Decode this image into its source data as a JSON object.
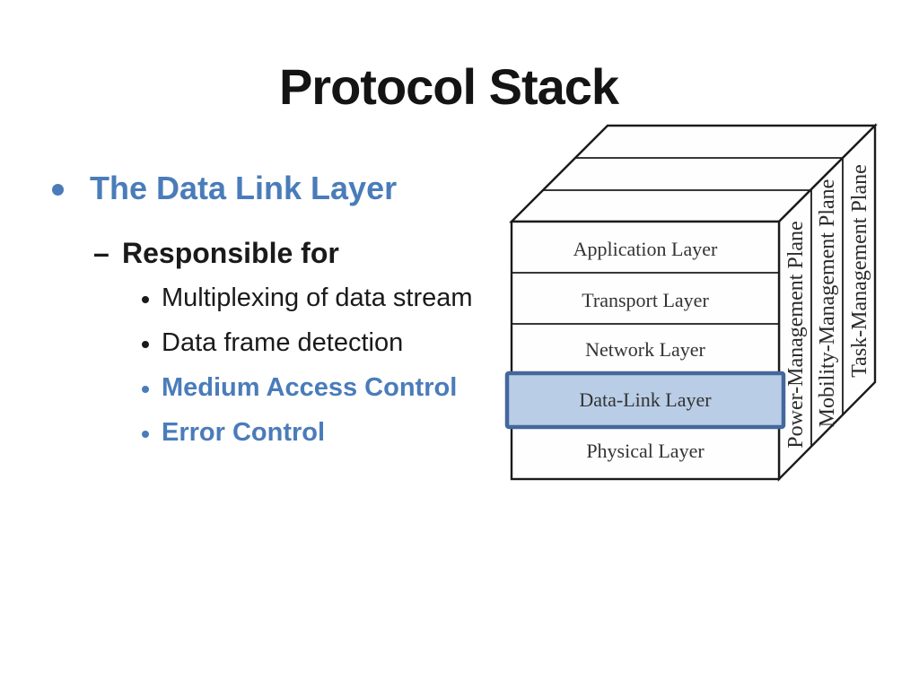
{
  "slide": {
    "title": "Protocol Stack",
    "bullets": {
      "level1": "The Data Link Layer",
      "level2_marker": "–",
      "level2": "Responsible for",
      "sub": [
        {
          "text": "Multiplexing of data stream",
          "style": "plain"
        },
        {
          "text": "Data frame detection",
          "style": "plain"
        },
        {
          "text": "Medium Access Control",
          "style": "blue"
        },
        {
          "text": "Error Control",
          "style": "blue"
        }
      ]
    },
    "colors": {
      "accent_blue": "#4a7cba",
      "text_black": "#1a1a1a",
      "highlight_fill": "#b9cde6",
      "highlight_border": "#44689c"
    }
  },
  "diagram": {
    "layers": [
      "Application Layer",
      "Transport Layer",
      "Network Layer",
      "Data-Link Layer",
      "Physical Layer"
    ],
    "highlighted_layer": "Data-Link Layer",
    "planes": [
      "Power-Management Plane",
      "Mobility-Management Plane",
      "Task-Management Plane"
    ]
  }
}
